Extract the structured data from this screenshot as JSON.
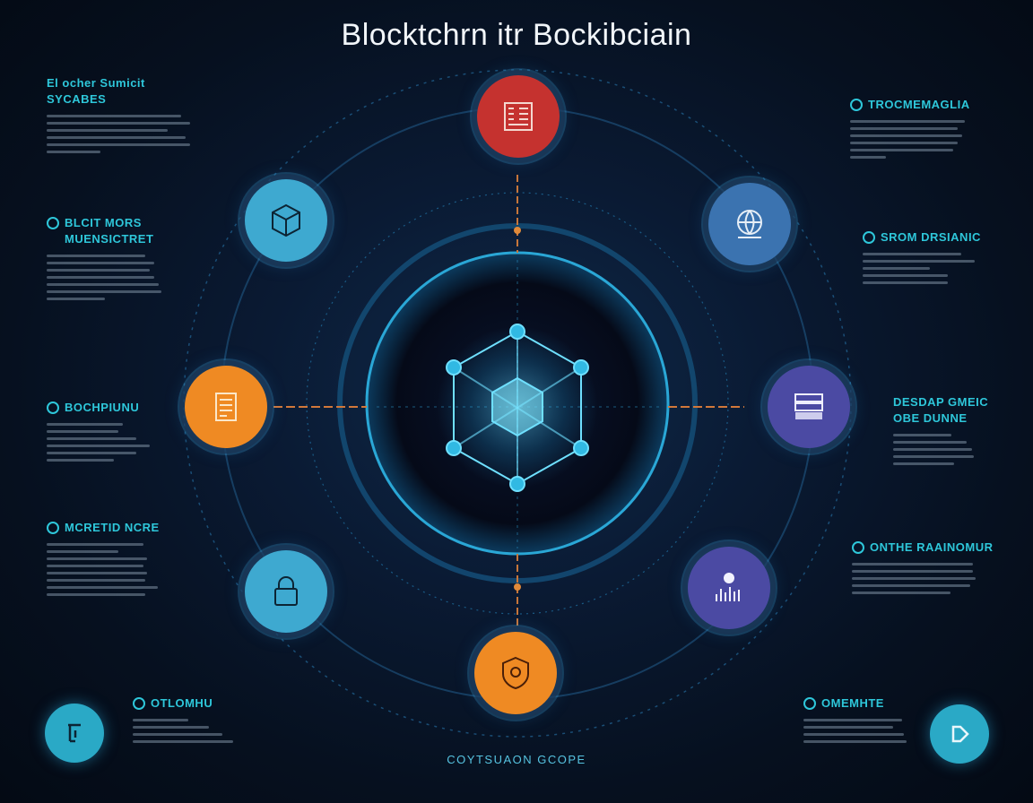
{
  "title": "Blocktchrn itr Bockibciain",
  "footer": "COYTSUAON GCOPE",
  "colors": {
    "accent": "#2ec7da",
    "node_red": "#c5322f",
    "node_orange": "#ef8a23",
    "node_blue": "#3ea9d0",
    "node_steel": "#3b73b0",
    "node_indigo": "#4b4aa3"
  },
  "panels": [
    {
      "heading": "El ocher Sumicit\nSYCABES",
      "bullet": false
    },
    {
      "heading": "BLCIT MORS\nMUENSICTRET",
      "bullet": true
    },
    {
      "heading": "BOCHPIUNU",
      "bullet": true
    },
    {
      "heading": "MCRETID NCRE",
      "bullet": true
    },
    {
      "heading": "OTLOMHU",
      "bullet": true
    },
    {
      "heading": "TROCMEMAGLIA",
      "bullet": true
    },
    {
      "heading": "SROM DRSIANIC",
      "bullet": true
    },
    {
      "heading": "DESDAP GMEIC\nOBE DUNNE",
      "bullet": false
    },
    {
      "heading": "ONTHE RAAINOMUR",
      "bullet": true
    },
    {
      "heading": "OMEMHTE",
      "bullet": true
    }
  ],
  "nodes": [
    {
      "name": "top",
      "icon": "building-icon"
    },
    {
      "name": "upper-left",
      "icon": "cube-icon"
    },
    {
      "name": "upper-right",
      "icon": "globe-icon"
    },
    {
      "name": "left",
      "icon": "document-icon"
    },
    {
      "name": "right",
      "icon": "server-icon"
    },
    {
      "name": "lower-left",
      "icon": "lock-icon"
    },
    {
      "name": "lower-right",
      "icon": "chart-icon"
    },
    {
      "name": "bottom",
      "icon": "shield-icon"
    }
  ],
  "center_icon": "hexagon-network-icon"
}
